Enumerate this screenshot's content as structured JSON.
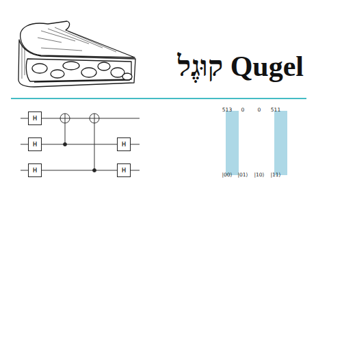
{
  "diagram": {
    "title": "קוּגֶל Qugel",
    "nodes": [
      {
        "text": [
          "H"
        ]
      },
      {
        "text": [
          "H"
        ]
      },
      {
        "text": [
          "H"
        ]
      },
      {
        "text": [
          "H"
        ]
      },
      {
        "text": [
          "H"
        ]
      }
    ],
    "edges": [
      {
        "from": 1,
        "to": 2,
        "arrow": "none"
      },
      {
        "from": 3,
        "to": 4,
        "arrow": "none"
      }
    ],
    "labels": [
      "513",
      "0",
      "0",
      "511",
      "|00⟩",
      "|01⟩",
      "|10⟩",
      "|11⟩"
    ]
  }
}
